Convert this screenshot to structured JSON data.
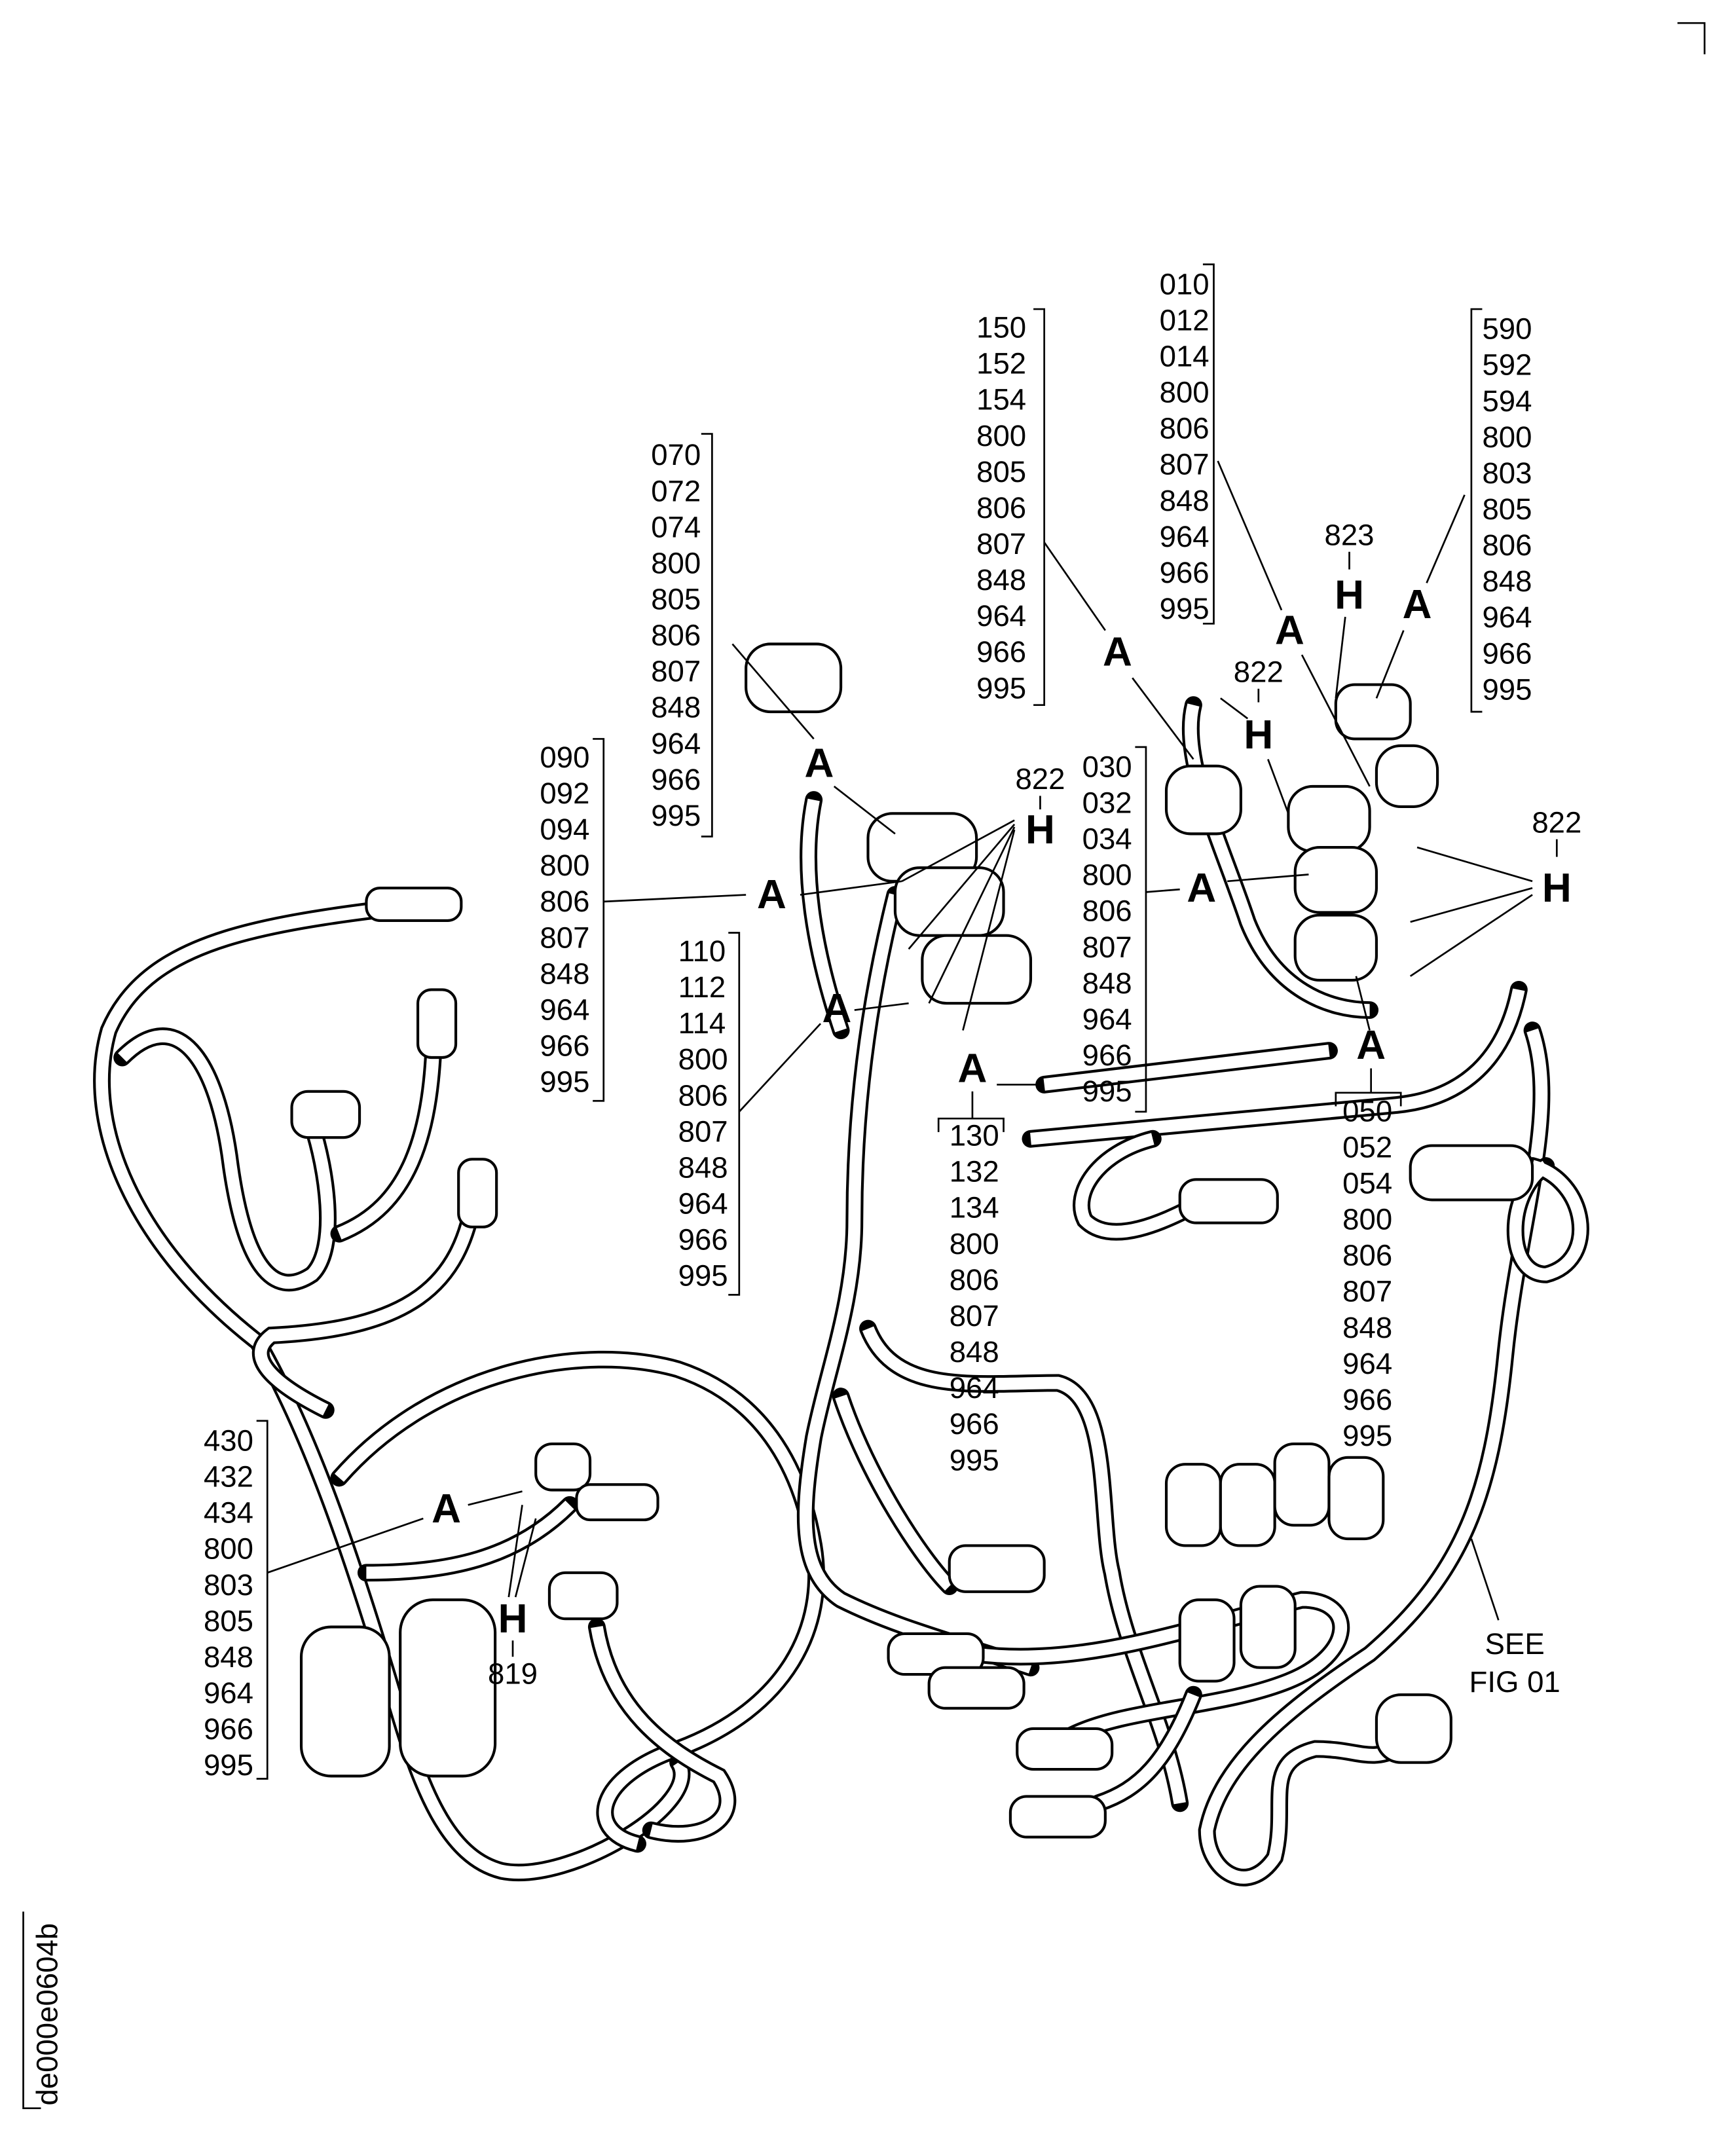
{
  "figure_code": "de000e0604b",
  "see_reference": {
    "line1": "SEE",
    "line2": "FIG 01"
  },
  "callouts": [
    {
      "id": "c070",
      "letter": "A",
      "items": [
        "070",
        "072",
        "074",
        "800",
        "805",
        "806",
        "807",
        "848",
        "964",
        "966",
        "995"
      ]
    },
    {
      "id": "c150",
      "letter": "A",
      "items": [
        "150",
        "152",
        "154",
        "800",
        "805",
        "806",
        "807",
        "848",
        "964",
        "966",
        "995"
      ]
    },
    {
      "id": "c010",
      "letter": "A",
      "items": [
        "010",
        "012",
        "014",
        "800",
        "806",
        "807",
        "848",
        "964",
        "966",
        "995"
      ]
    },
    {
      "id": "c590",
      "letter": "A",
      "items": [
        "590",
        "592",
        "594",
        "800",
        "803",
        "805",
        "806",
        "848",
        "964",
        "966",
        "995"
      ]
    },
    {
      "id": "c090",
      "letter": "A",
      "items": [
        "090",
        "092",
        "094",
        "800",
        "806",
        "807",
        "848",
        "964",
        "966",
        "995"
      ]
    },
    {
      "id": "c110",
      "letter": "A",
      "items": [
        "110",
        "112",
        "114",
        "800",
        "806",
        "807",
        "848",
        "964",
        "966",
        "995"
      ]
    },
    {
      "id": "c030",
      "letter": "A",
      "items": [
        "030",
        "032",
        "034",
        "800",
        "806",
        "807",
        "848",
        "964",
        "966",
        "995"
      ]
    },
    {
      "id": "c130",
      "letter": "A",
      "items": [
        "130",
        "132",
        "134",
        "800",
        "806",
        "807",
        "848",
        "964",
        "966",
        "995"
      ]
    },
    {
      "id": "c050",
      "letter": "A",
      "items": [
        "050",
        "052",
        "054",
        "800",
        "806",
        "807",
        "848",
        "964",
        "966",
        "995"
      ]
    },
    {
      "id": "c430",
      "letter": "A",
      "items": [
        "430",
        "432",
        "434",
        "800",
        "803",
        "805",
        "848",
        "964",
        "966",
        "995"
      ]
    }
  ],
  "h_markers": [
    {
      "letter": "H",
      "ref": "823"
    },
    {
      "letter": "H",
      "ref": "822"
    },
    {
      "letter": "H",
      "ref": "822"
    },
    {
      "letter": "H",
      "ref": "822"
    },
    {
      "letter": "H",
      "ref": "819"
    }
  ]
}
